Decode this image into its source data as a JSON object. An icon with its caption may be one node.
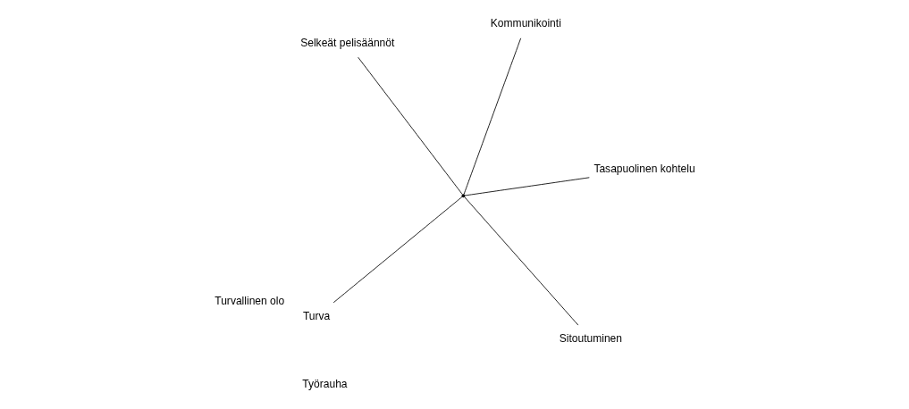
{
  "diagram": {
    "nodes": [
      {
        "text": [],
        "shape": "point"
      },
      {
        "text": [
          "Tasapuolinen kohtelu"
        ]
      },
      {
        "text": [
          "Sitoutuminen"
        ]
      },
      {
        "text": [
          "Turva"
        ]
      },
      {
        "text": [
          "Kommunikointi"
        ]
      },
      {
        "text": [
          "Selkeät pelisäännöt"
        ]
      }
    ],
    "edges": [
      {
        "from": 0,
        "to": 1,
        "arrow": "none"
      },
      {
        "from": 0,
        "to": 2,
        "arrow": "none"
      },
      {
        "from": 0,
        "to": 3,
        "arrow": "none"
      },
      {
        "from": 0,
        "to": 4,
        "arrow": "none"
      },
      {
        "from": 0,
        "to": 5,
        "arrow": "none"
      }
    ],
    "labels": [
      "Turvallinen olo",
      "Työrauha"
    ]
  }
}
